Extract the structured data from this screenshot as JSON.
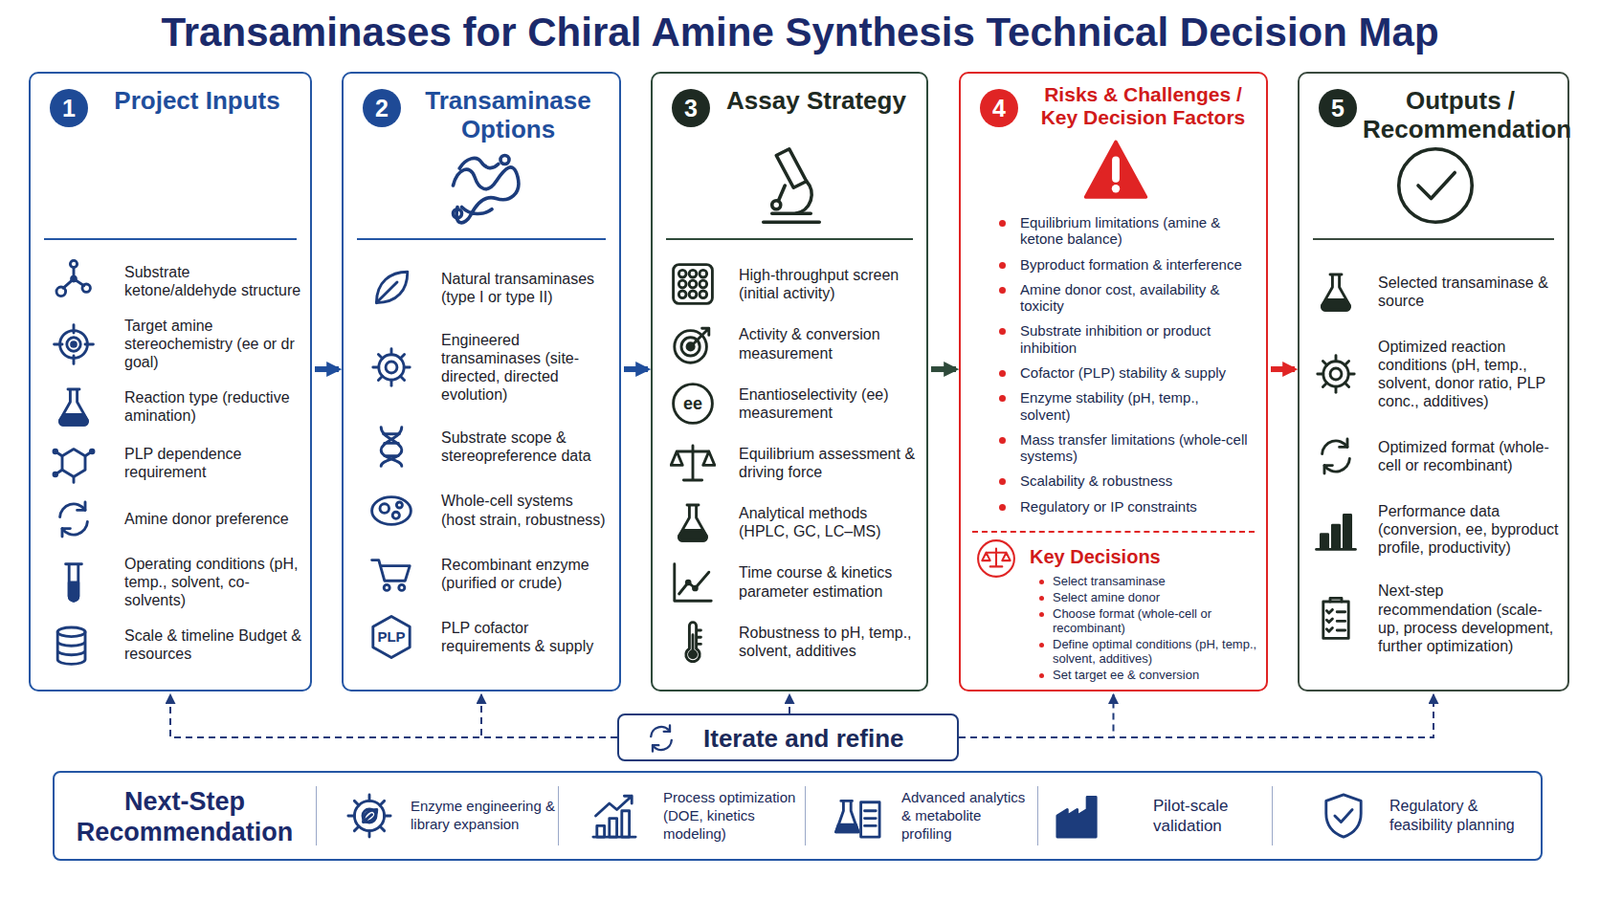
{
  "diagram": {
    "title": "Transaminases for Chiral Amine Synthesis Technical Decision Map",
    "nodes": [
      {
        "text": [
          "1",
          "Project Inputs",
          "Substrate ketone/aldehyde structure",
          "Target amine stereochemistry (ee or dr goal)",
          "Reaction type (reductive amination)",
          "PLP dependence requirement",
          "Amine donor preference",
          "Operating conditions (pH, temp., solvent, co-solvents)",
          "Scale & timeline Budget & resources"
        ]
      },
      {
        "text": [
          "2",
          "Transaminase Options",
          "Natural transaminases (type I or type II)",
          "Engineered transaminases (site-directed, directed evolution)",
          "Substrate scope & stereopreference data",
          "Whole-cell systems (host strain, robustness)",
          "Recombinant enzyme (purified or crude)",
          "PLP cofactor requirements & supply"
        ]
      },
      {
        "text": [
          "3",
          "Assay Strategy",
          "High-throughput screen (initial activity)",
          "Activity & conversion measurement",
          "Enantioselectivity (ee) measurement",
          "Equilibrium assessment & driving force",
          "Analytical methods (HPLC, GC, LC–MS)",
          "Time course & kinetics parameter estimation",
          "Robustness to pH, temp., solvent, additives"
        ]
      },
      {
        "text": [
          "4",
          "Risks & Challenges / Key Decision Factors",
          "Equilibrium limitations (amine & ketone balance)",
          "Byproduct formation & interference",
          "Amine donor cost, availability & toxicity",
          "Substrate inhibition or product inhibition",
          "Cofactor (PLP) stability & supply",
          "Enzyme stability (pH, temp., solvent)",
          "Mass transfer limitations (whole-cell systems)",
          "Scalability & robustness",
          "Regulatory or IP constraints",
          "Key Decisions",
          "Select transaminase",
          "Select amine donor",
          "Choose format (whole-cell or recombinant)",
          "Define optimal conditions (pH, temp., solvent, additives)",
          "Set target ee & conversion"
        ]
      },
      {
        "text": [
          "5",
          "Outputs / Recommendation",
          "Selected transaminase & source",
          "Optimized reaction conditions (pH, temp., solvent, donor ratio, PLP conc., additives)",
          "Optimized format (whole-cell or recombinant)",
          "Performance data (conversion, ee, byproduct profile, productivity)",
          "Next-step recommendation (scale-up, process development, further optimization)"
        ]
      },
      {
        "text": [
          "Iterate and refine"
        ]
      },
      {
        "text": [
          "Next-Step Recommendation",
          "Enzyme engineering & library expansion",
          "Process optimization (DOE, kinetics modeling)",
          "Advanced analytics & metabolite profiling",
          "Pilot-scale validation",
          "Regulatory & feasibility planning"
        ]
      }
    ],
    "edges": [
      {
        "from": 0,
        "to": 1,
        "arrow": "to"
      },
      {
        "from": 1,
        "to": 2,
        "arrow": "to"
      },
      {
        "from": 2,
        "to": 3,
        "arrow": "to"
      },
      {
        "from": 3,
        "to": 4,
        "arrow": "to"
      },
      {
        "from": 5,
        "to": 0,
        "arrow": "to"
      },
      {
        "from": 5,
        "to": 1,
        "arrow": "to"
      },
      {
        "from": 5,
        "to": 2,
        "arrow": "to"
      },
      {
        "from": 5,
        "to": 3,
        "arrow": "to"
      },
      {
        "from": 5,
        "to": 4,
        "arrow": "to"
      }
    ],
    "labels": [
      "PLP",
      "ee"
    ]
  }
}
